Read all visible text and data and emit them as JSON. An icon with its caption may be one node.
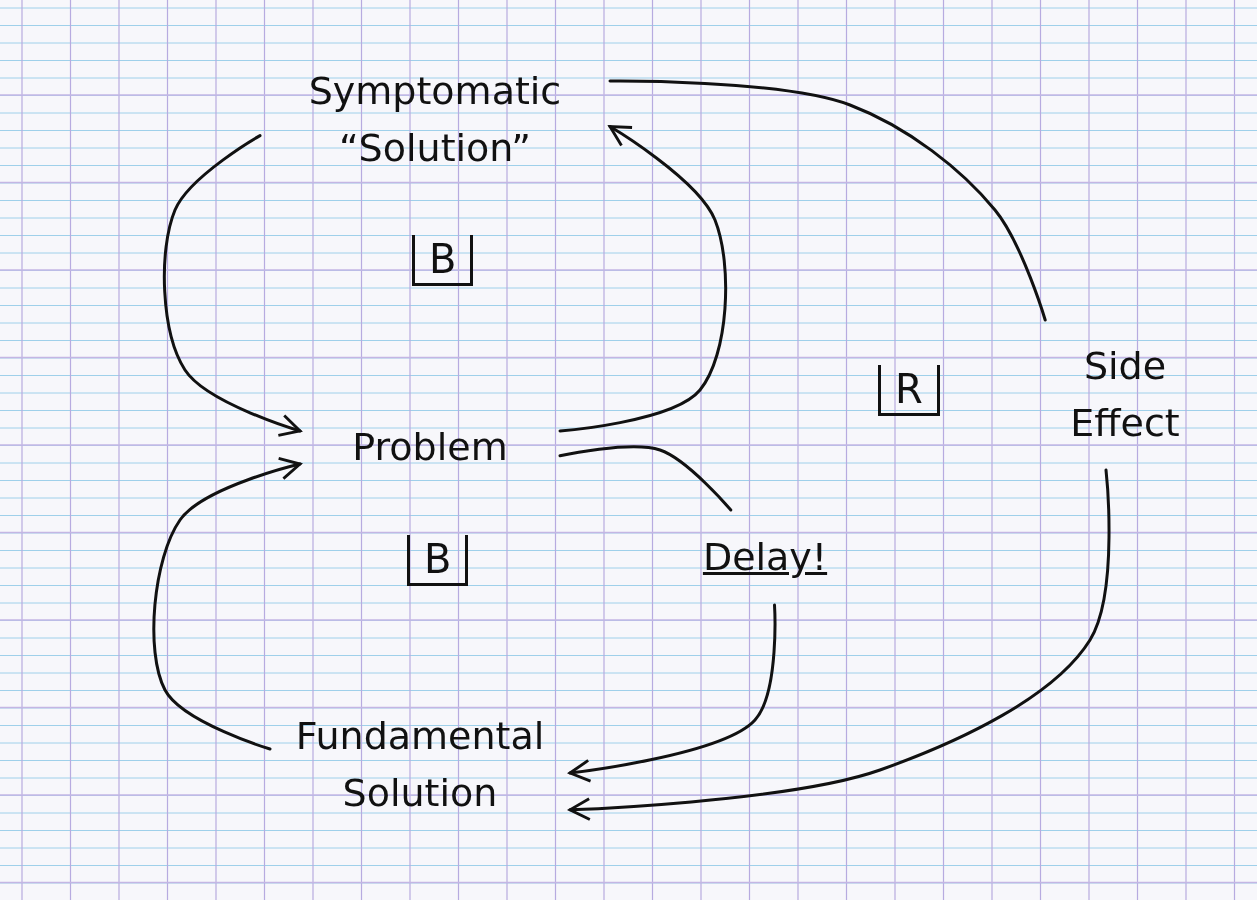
{
  "diagram": {
    "nodes": [
      {
        "text": [
          "Symptomatic “Solution”"
        ]
      },
      {
        "text": [
          "Problem"
        ]
      },
      {
        "text": [
          "Fundamental Solution"
        ]
      },
      {
        "text": [
          "Side Effect"
        ]
      },
      {
        "text": [
          "Delay!"
        ]
      }
    ],
    "edges": [
      {
        "from": 0,
        "to": 1,
        "arrow": "to"
      },
      {
        "from": 1,
        "to": 0,
        "arrow": "to"
      },
      {
        "from": 2,
        "to": 1,
        "arrow": "to"
      },
      {
        "from": 1,
        "to": 4,
        "arrow": "none"
      },
      {
        "from": 4,
        "to": 2,
        "arrow": "to"
      },
      {
        "from": 0,
        "to": 3,
        "arrow": "none"
      },
      {
        "from": 3,
        "to": 2,
        "arrow": "to"
      }
    ],
    "labels": [
      "B",
      "B",
      "R"
    ]
  }
}
